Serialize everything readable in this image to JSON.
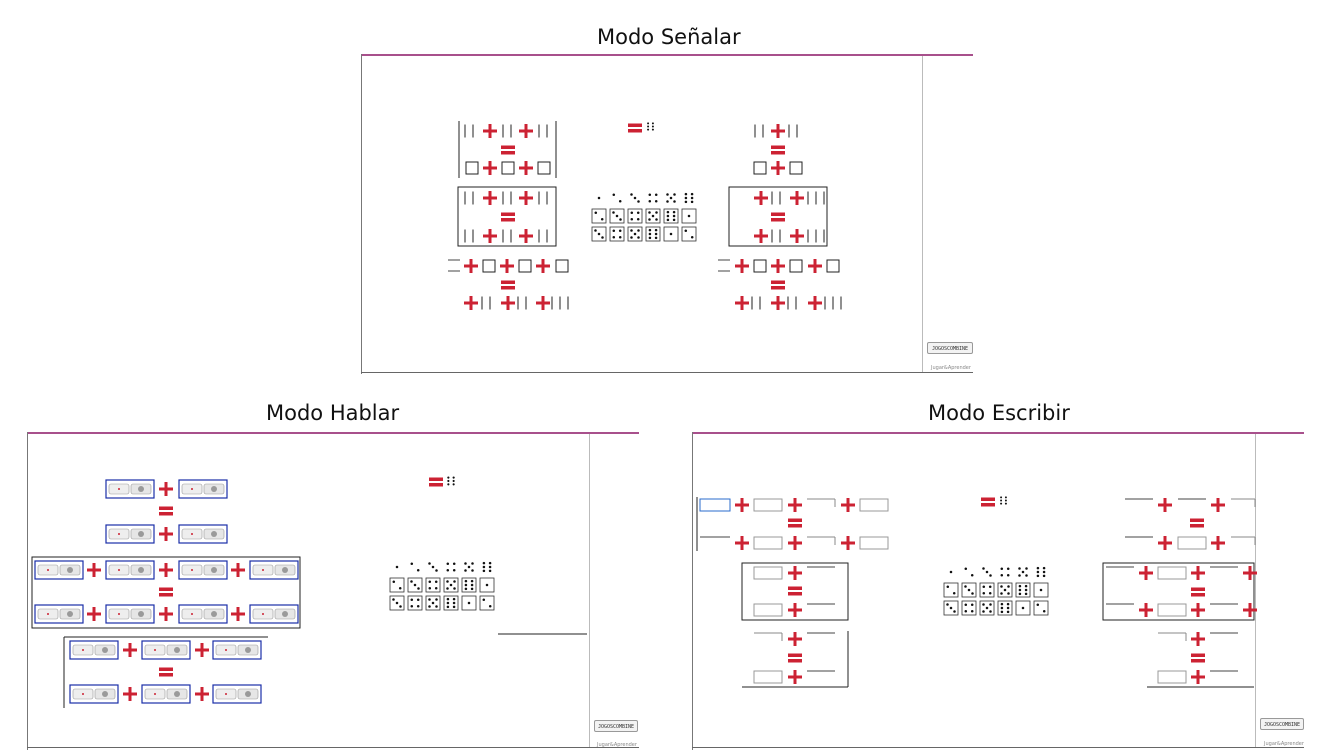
{
  "page": {
    "titles": {
      "senalar": "Modo Señalar",
      "hablar": "Modo Hablar",
      "escribir": "Modo Escribir"
    },
    "colors": {
      "accent_line": "#a8508c",
      "operator_red": "#cc2233",
      "box_blue": "#1a2ea8"
    },
    "equation_ops": {
      "plus": "+",
      "equals": "="
    },
    "panel_controls": {
      "button_label": "JOGOSCOMBINE",
      "logo_label": "Jugar&Aprender"
    },
    "dice_palette": {
      "icon": "dice-faces-icon",
      "faces": [
        1,
        2,
        3,
        4,
        5,
        6
      ]
    }
  }
}
